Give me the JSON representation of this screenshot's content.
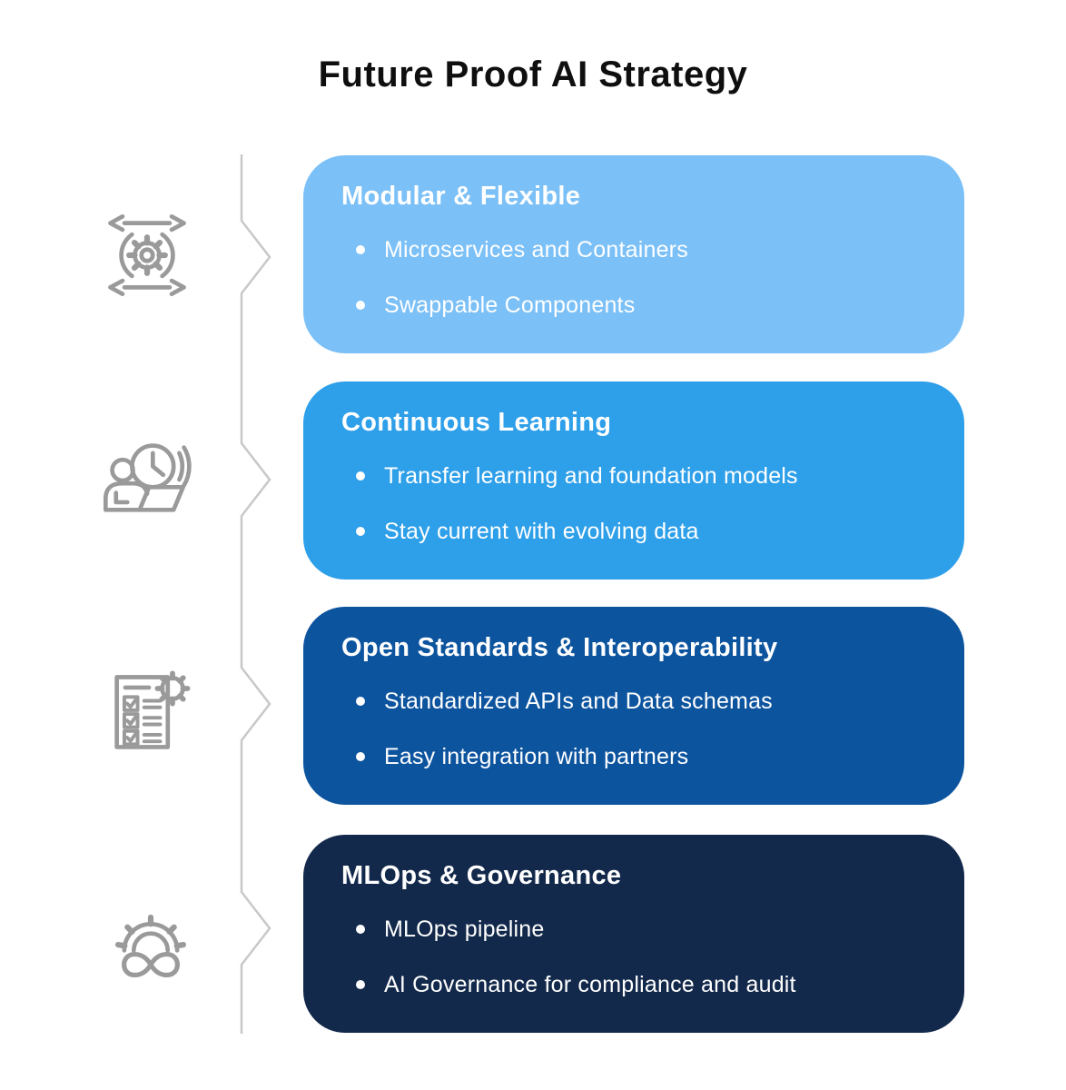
{
  "page": {
    "title": "Future Proof AI Strategy",
    "background_color": "#ffffff",
    "title_color": "#0f0f0f"
  },
  "connector": {
    "color": "#c8c8c8",
    "style": "vertical zigzag line with chevron peaks pointing right at each icon"
  },
  "icons": {
    "stroke_color": "#9a9a9a",
    "names": [
      "agile-process-icon",
      "learning-time-icon",
      "checklist-gear-icon",
      "mlops-infinity-icon"
    ]
  },
  "sections": [
    {
      "id": "modular-flexible",
      "title": "Modular & Flexible",
      "color": "#7bc0f7",
      "icon": "agile-process-icon",
      "bullets": [
        "Microservices and Containers",
        "Swappable Components"
      ]
    },
    {
      "id": "continuous-learning",
      "title": "Continuous Learning",
      "color": "#2e9fe9",
      "icon": "learning-time-icon",
      "bullets": [
        "Transfer learning and foundation models",
        "Stay current with evolving data"
      ]
    },
    {
      "id": "open-standards-interoperability",
      "title": "Open Standards & Interoperability",
      "color": "#0d549f",
      "icon": "checklist-gear-icon",
      "bullets": [
        "Standardized APIs and Data schemas",
        "Easy integration with partners"
      ]
    },
    {
      "id": "mlops-governance",
      "title": "MLOps & Governance",
      "color": "#13294b",
      "icon": "mlops-infinity-icon",
      "bullets": [
        "MLOps pipeline",
        "AI Governance for compliance and audit"
      ]
    }
  ]
}
